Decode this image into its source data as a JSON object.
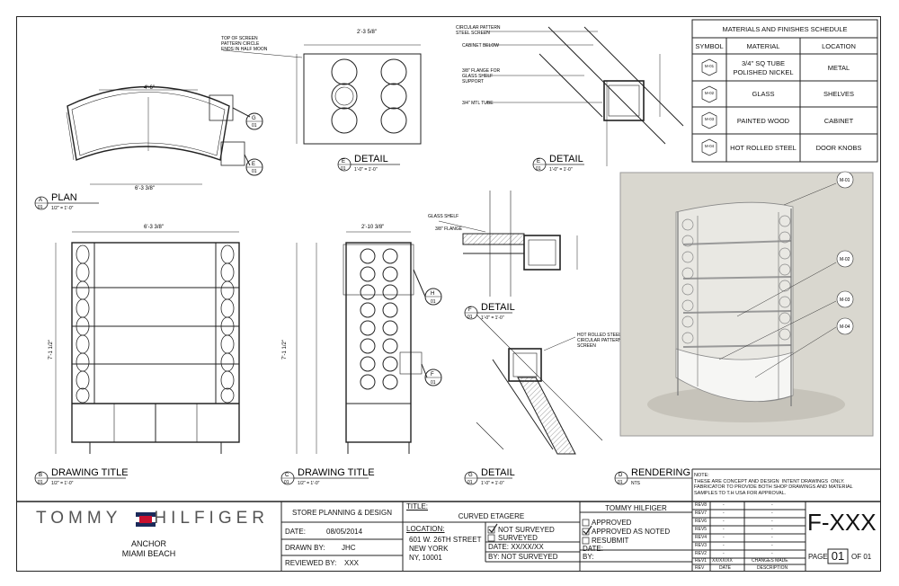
{
  "materials_schedule": {
    "title": "MATERIALS AND FINISHES SCHEDULE",
    "headers": [
      "SYMBOL",
      "MATERIAL",
      "LOCATION"
    ],
    "rows": [
      {
        "symbol": "M-01",
        "material_line1": "3/4\" SQ TUBE",
        "material_line2": "POLISHED NICKEL",
        "location": "METAL"
      },
      {
        "symbol": "M-02",
        "material_line1": "GLASS",
        "material_line2": "",
        "location": "SHELVES"
      },
      {
        "symbol": "M-03",
        "material_line1": "PAINTED WOOD",
        "material_line2": "",
        "location": "CABINET"
      },
      {
        "symbol": "M-04",
        "material_line1": "HOT ROLLED STEEL",
        "material_line2": "",
        "location": "DOOR KNOBS"
      }
    ]
  },
  "view_titles": {
    "plan": {
      "letter": "A",
      "sheet": "01",
      "title": "PLAN",
      "scale": "1/2\" = 1'-0\""
    },
    "drawing_b": {
      "letter": "B",
      "sheet": "01",
      "title": "DRAWING TITLE",
      "scale": "1/2\" = 1'-0\""
    },
    "drawing_c": {
      "letter": "C",
      "sheet": "01",
      "title": "DRAWING TITLE",
      "scale": "1/2\" = 1'-0\""
    },
    "rendering": {
      "letter": "D",
      "sheet": "01",
      "title": "RENDERING",
      "scale": "NTS"
    },
    "detail_e1": {
      "letter": "E",
      "sheet": "01",
      "title": "DETAIL",
      "scale": "1'-0\" = 1'-0\""
    },
    "detail_e2": {
      "letter": "E",
      "sheet": "01",
      "title": "DETAIL",
      "scale": "1'-0\" = 1'-0\""
    },
    "detail_f": {
      "letter": "F",
      "sheet": "01",
      "title": "DETAIL",
      "scale": "1'-0\" = 1'-0\""
    },
    "detail_g": {
      "letter": "G",
      "sheet": "01",
      "title": "DETAIL",
      "scale": "1'-0\" = 1'-0\""
    }
  },
  "annotations": {
    "top_screen": "TOP OF SCREEN PATTERN CIRCLE ENDS IN HALF MOON",
    "circular_pattern": "CIRCULAR PATTERN STEEL SCREEN",
    "cabinet_below": "CABINET BELOW",
    "flange_glass": "3/8\" FLANGE FOR GLASS SHELF SUPPORT",
    "mtl_tube": "3/4\" MTL TUBE",
    "glass_shelf": "GLASS SHELF",
    "flange": "3/8\" FLANGE",
    "hot_rolled": "HOT ROLLED STEEL CIRCULAR PATTERN SCREEN",
    "plan_depth": "4'-6\"",
    "plan_width": "6'-3 3/8\"",
    "elev_width": "6'-3 3/8\"",
    "elev_height": "7'-1 1/2\"",
    "side_depth": "2'-10 3/8\"",
    "side_height": "7'-1 1/2\"",
    "detail_width": "2'-3 5/8\""
  },
  "callouts": {
    "g01": {
      "letter": "G",
      "sheet": "01"
    },
    "e01": {
      "letter": "E",
      "sheet": "01"
    },
    "h01": {
      "letter": "H",
      "sheet": "01"
    },
    "f01": {
      "letter": "F",
      "sheet": "01"
    }
  },
  "rendering_tags": [
    "M-01",
    "M-02",
    "M-03",
    "M-04"
  ],
  "note": "NOTE:\nTHESE ARE CONCEPT AND DESIGN  INTENT DRAWINGS  ONLY.\nFABRICATOR TO PROVIDE BOTH SHOP DRAWINGS AND MATERIAL\nSAMPLES TO T.H USA FOR APPROVAL.",
  "title_block": {
    "brand_left": "TOMMY",
    "brand_right": "HILFIGER",
    "store_line1": "ANCHOR",
    "store_line2": "MIAMI BEACH",
    "department": "STORE PLANNING & DESIGN",
    "date_label": "DATE:",
    "date_value": "08/05/2014",
    "drawn_label": "DRAWN BY:",
    "drawn_value": "JHC",
    "reviewed_label": "REVIEWED BY:",
    "reviewed_value": "XXX",
    "title_label": "TITLE:",
    "title_value": "CURVED ETAGERE",
    "location_label": "LOCATION:",
    "address_line1": "601 W. 26TH STREET",
    "address_line2": "NEW YORK",
    "address_line3": "NY, 10001",
    "survey_options": [
      "NOT SURVEYED",
      "SURVEYED"
    ],
    "survey_date": "DATE: XX/XX/XX",
    "survey_by": "BY: NOT SURVEYED",
    "approval_header": "TOMMY HILFIGER",
    "approval_options": [
      "APPROVED",
      "APPROVED AS NOTED",
      "RESUBMIT"
    ],
    "approval_date": "DATE:",
    "approval_by": "BY:",
    "revisions": [
      {
        "rev": "REV8",
        "date": "-",
        "desc": "-"
      },
      {
        "rev": "REV7",
        "date": "-",
        "desc": "-"
      },
      {
        "rev": "REV6",
        "date": "-",
        "desc": "-"
      },
      {
        "rev": "REV5",
        "date": "-",
        "desc": "-"
      },
      {
        "rev": "REV4",
        "date": "-",
        "desc": "-"
      },
      {
        "rev": "REV3",
        "date": "-",
        "desc": "-"
      },
      {
        "rev": "REV2",
        "date": "-",
        "desc": "-"
      },
      {
        "rev": "REV1",
        "date": "XX/XX/XX",
        "desc": "CHANGES MADE"
      }
    ],
    "rev_headers": [
      "REV",
      "DATE",
      "DESCRIPTION"
    ],
    "sheet_number": "F-XXX",
    "page_label": "PAGE",
    "page_value": "01",
    "page_of": "OF  01"
  },
  "colors": {
    "line": "#222222",
    "render_bg": "#d9d7cf",
    "render_frame": "#9a9a9a"
  }
}
